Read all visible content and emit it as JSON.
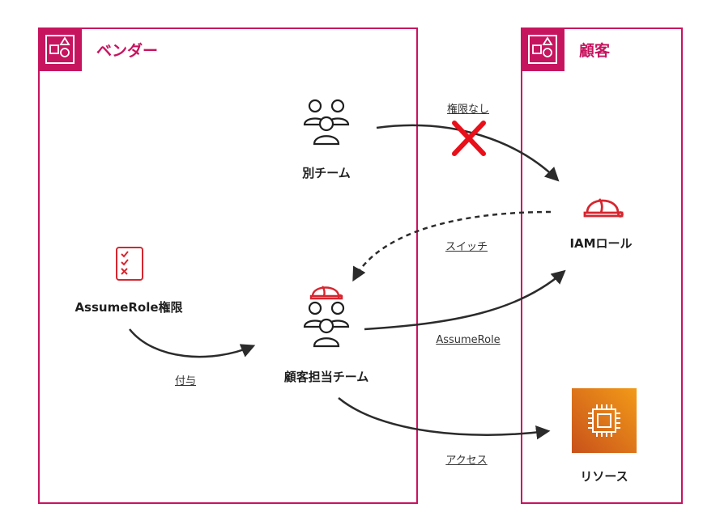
{
  "colors": {
    "panel_border": "#c7145f",
    "hat_red": "#d6262f",
    "cross_red": "#e8101a",
    "ec2_orange": "#e8741b",
    "ink": "#1f1f1f"
  },
  "panels": {
    "vendor": {
      "title": "ベンダー",
      "icon": "account-icon"
    },
    "customer": {
      "title": "顧客",
      "icon": "account-icon"
    }
  },
  "nodes": {
    "other_team": {
      "label": "別チーム",
      "icon": "users-icon"
    },
    "assume_role_permission": {
      "label": "AssumeRole権限",
      "icon": "checklist-icon"
    },
    "customer_team": {
      "label": "顧客担当チーム",
      "icon": "users-with-hardhat-icon"
    },
    "iam_role": {
      "label": "IAMロール",
      "icon": "hardhat-icon"
    },
    "resource": {
      "label": "リソース",
      "icon": "ec2-instance-icon"
    }
  },
  "edges": {
    "no_permission": {
      "label": "権限なし",
      "style": "solid",
      "blocked": true
    },
    "switch": {
      "label": "スイッチ",
      "style": "dashed"
    },
    "assume_role": {
      "label": "AssumeRole",
      "style": "solid"
    },
    "grant": {
      "label": "付与",
      "style": "solid"
    },
    "access": {
      "label": "アクセス",
      "style": "solid"
    }
  }
}
